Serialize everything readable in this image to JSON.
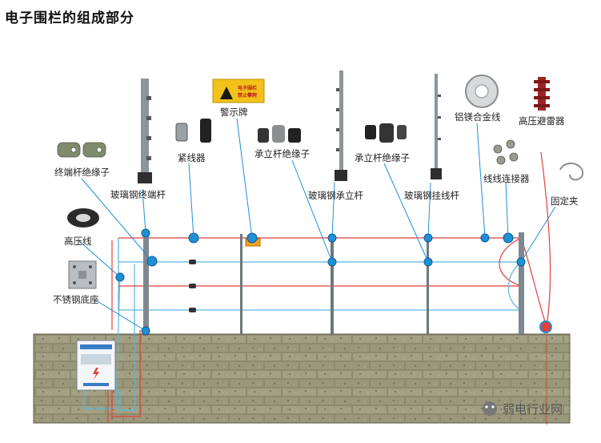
{
  "title": "电子围栏的组成部分",
  "labels": {
    "terminal_insulator": "终端杆绝缘子",
    "tensioner": "紧线器",
    "warning_sign": "警示牌",
    "standing_insulator": "承立杆绝缘子",
    "standing_insulator_2": "承立杆绝缘子",
    "terminal_pole": "玻璃钢终端杆",
    "standing_pole": "玻璃钢承立杆",
    "hanging_pole": "玻璃钢挂线杆",
    "alloy_wire": "铝镁合金线",
    "lightning_arrester": "高压避雷器",
    "wire_connector": "线线连接器",
    "clamp": "固定夹",
    "hv_cable": "高压线",
    "steel_base": "不锈钢底座"
  },
  "sign": {
    "line1": "电子围栏",
    "line2": "禁止攀爬"
  },
  "watermark": "弱电行业网",
  "colors": {
    "live_wire": "#e0413b",
    "ground_wire": "#5ab6dc",
    "node": "#1f8fd6",
    "pole": "#808a90",
    "wall_light": "#9c9a7c",
    "wall_dark": "#6f6c55"
  }
}
